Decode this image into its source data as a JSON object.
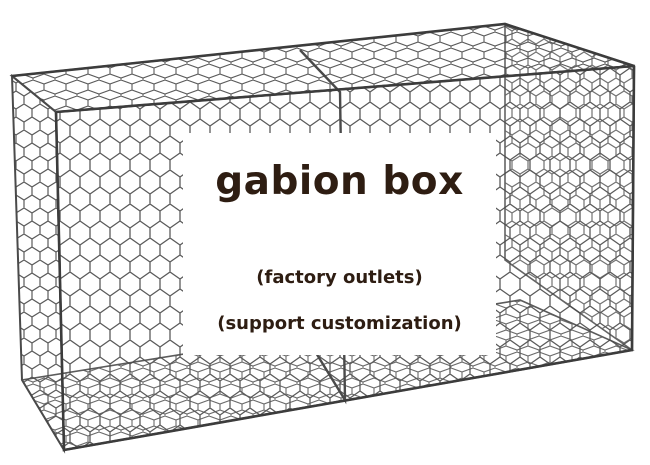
{
  "product_photo": {
    "subject": "gabion-basket-icon",
    "mesh_color": "#5a5a5a",
    "background_color": "#ffffff"
  },
  "overlay": {
    "title": "gabion box",
    "line1": "(factory outlets)",
    "line2": "(support customization)",
    "text_color": "#2e1d12"
  }
}
